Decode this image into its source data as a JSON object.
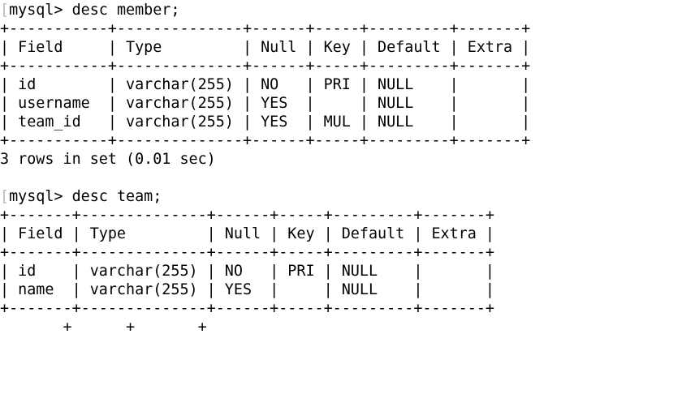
{
  "terminal": {
    "app": "mysql-client-terminal",
    "background_color": "#ffffff",
    "text_color": "#000000",
    "prompt_bracket_color": "#b8b8b8",
    "prompt_bracket": "[",
    "prompt_label": "mysql> "
  },
  "session": {
    "command_1": {
      "prompt": "mysql> ",
      "text": "desc member;",
      "full": "mysql> desc member;"
    },
    "table_1": {
      "name": "member",
      "border_top": "+-----------+--------------+------+-----+---------+-------+",
      "header_row": "| Field     | Type         | Null | Key | Default | Extra |",
      "border_mid": "+-----------+--------------+------+-----+---------+-------+",
      "row_1": "| id        | varchar(255) | NO   | PRI | NULL    |       |",
      "row_2": "| username  | varchar(255) | YES  |     | NULL    |       |",
      "row_3": "| team_id   | varchar(255) | YES  | MUL | NULL    |       |",
      "border_bottom": "+-----------+--------------+------+-----+---------+-------+",
      "columns": [
        "Field",
        "Type",
        "Null",
        "Key",
        "Default",
        "Extra"
      ],
      "rows": [
        {
          "Field": "id",
          "Type": "varchar(255)",
          "Null": "NO",
          "Key": "PRI",
          "Default": "NULL",
          "Extra": ""
        },
        {
          "Field": "username",
          "Type": "varchar(255)",
          "Null": "YES",
          "Key": "",
          "Default": "NULL",
          "Extra": ""
        },
        {
          "Field": "team_id",
          "Type": "varchar(255)",
          "Null": "YES",
          "Key": "MUL",
          "Default": "NULL",
          "Extra": ""
        }
      ],
      "result_status": "3 rows in set (0.01 sec)",
      "row_count": 3,
      "elapsed": "0.01 sec"
    },
    "command_2": {
      "prompt": "mysql> ",
      "text": "desc team;",
      "full": "mysql> desc team;"
    },
    "table_2": {
      "name": "team",
      "border_top": "+-------+--------------+------+-----+---------+-------+",
      "header_row": "| Field | Type         | Null | Key | Default | Extra |",
      "border_mid": "+-------+--------------+------+-----+---------+-------+",
      "row_1": "| id    | varchar(255) | NO   | PRI | NULL    |       |",
      "row_2": "| name  | varchar(255) | YES  |     | NULL    |       |",
      "border_bottom": "+-------+--------------+------+-----+---------+-------+",
      "columns": [
        "Field",
        "Type",
        "Null",
        "Key",
        "Default",
        "Extra"
      ],
      "rows": [
        {
          "Field": "id",
          "Type": "varchar(255)",
          "Null": "NO",
          "Key": "PRI",
          "Default": "NULL",
          "Extra": ""
        },
        {
          "Field": "name",
          "Type": "varchar(255)",
          "Null": "YES",
          "Key": "",
          "Default": "NULL",
          "Extra": ""
        }
      ]
    },
    "clipped_line": "       +      +       +"
  }
}
